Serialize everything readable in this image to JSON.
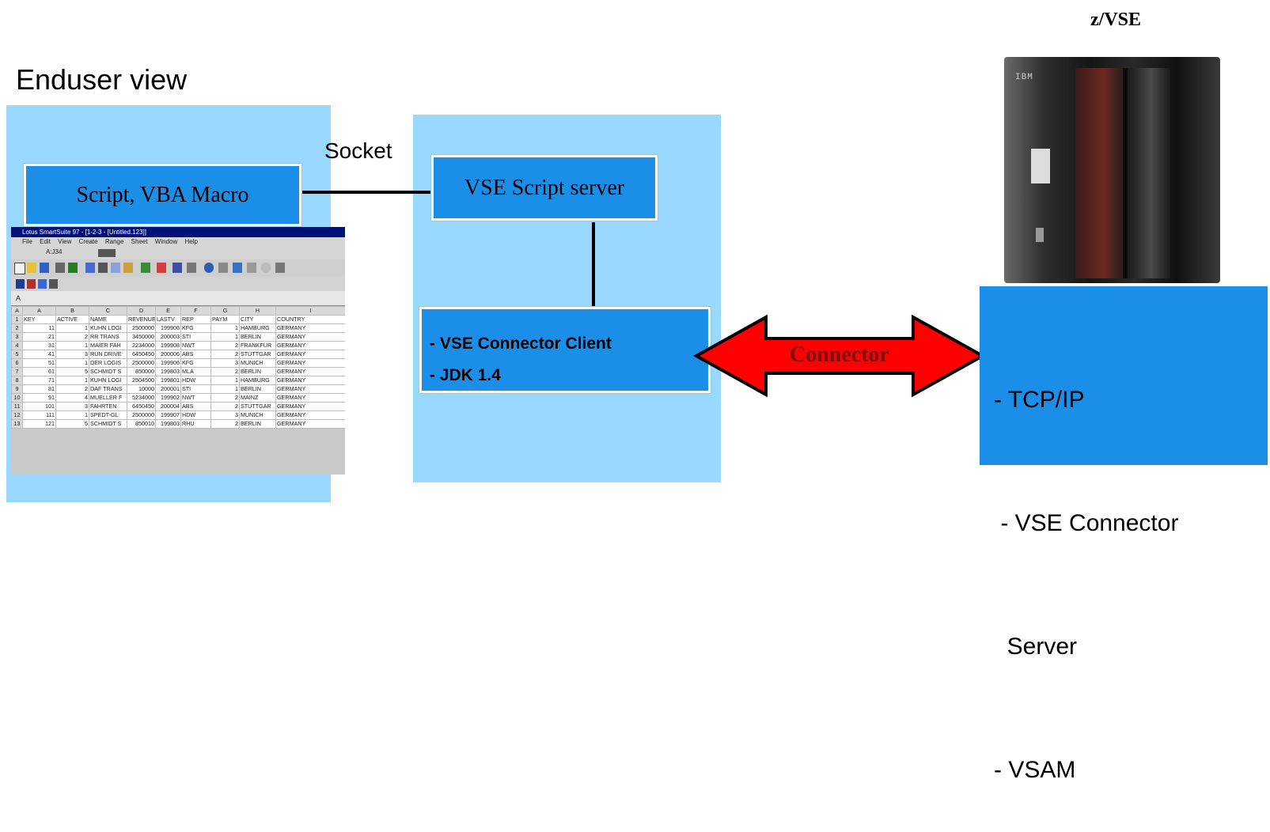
{
  "labels": {
    "zvse": "z/VSE",
    "enduser_view": "Enduser view",
    "socket": "Socket"
  },
  "boxes": {
    "script_macro": "Script, VBA Macro",
    "script_server": "VSE Script server",
    "connector_client": [
      "- VSE Connector Client",
      "- JDK 1.4"
    ],
    "vse_server": [
      "- TCP/IP",
      " - VSE Connector",
      "  Server",
      "- VSAM"
    ]
  },
  "arrow": {
    "label": "Connector",
    "fill": "#ff0000",
    "text_color": "#7a1010"
  },
  "colors": {
    "panel": "#99d9ff",
    "box": "#1b8fe8"
  },
  "server_image": {
    "brand": "IBM"
  },
  "spreadsheet": {
    "title": "Lotus SmartSuite 97 - [1-2-3 - [Untitled.123]]",
    "menu": [
      "File",
      "Edit",
      "View",
      "Create",
      "Range",
      "Sheet",
      "Window",
      "Help"
    ],
    "cell_ref": "A:J34",
    "sheet_tab": "A",
    "col_letters": [
      "A",
      "B",
      "C",
      "D",
      "E",
      "F",
      "G",
      "H",
      "I"
    ],
    "headers": [
      "KEY",
      "ACTIVE",
      "NAME",
      "REVENUE",
      "LASTV",
      "REP",
      "PAYM",
      "CITY",
      "COUNTRY"
    ],
    "rows": [
      [
        "11",
        "1",
        "KUHN LOGI",
        "2500000",
        "199906",
        "KFG",
        "1",
        "HAMBURG",
        "GERMANY"
      ],
      [
        "21",
        "2",
        "RR TRANS",
        "3450000",
        "200003",
        "STI",
        "1",
        "BERLIN",
        "GERMANY"
      ],
      [
        "31",
        "1",
        "MAIER FAH",
        "2234000",
        "199908",
        "NWT",
        "2",
        "FRANKFUR",
        "GERMANY"
      ],
      [
        "41",
        "3",
        "RUN DRIVE",
        "6450450",
        "200006",
        "ABS",
        "2",
        "STUTTGAR",
        "GERMANY"
      ],
      [
        "51",
        "1",
        "DER LOGIS",
        "2500000",
        "199906",
        "KFG",
        "3",
        "MUNICH",
        "GERMANY"
      ],
      [
        "61",
        "5",
        "SCHMIDT S",
        "850000",
        "199803",
        "MLA",
        "2",
        "BERLIN",
        "GERMANY"
      ],
      [
        "71",
        "1",
        "KUHN LOGI",
        "2504500",
        "199801",
        "HDW",
        "1",
        "HAMBURG",
        "GERMANY"
      ],
      [
        "81",
        "2",
        "DAF TRANS",
        "10000",
        "200001",
        "STI",
        "1",
        "BERLIN",
        "GERMANY"
      ],
      [
        "91",
        "4",
        "MUELLER F",
        "5234000",
        "199902",
        "NWT",
        "2",
        "MAINZ",
        "GERMANY"
      ],
      [
        "101",
        "3",
        "FAHRTEN",
        "6450450",
        "200004",
        "ABS",
        "2",
        "STUTTGAR",
        "GERMANY"
      ],
      [
        "111",
        "1",
        "SPEDT-GL",
        "2500000",
        "199907",
        "HDW",
        "3",
        "MUNICH",
        "GERMANY"
      ],
      [
        "121",
        "5",
        "SCHMIDT S",
        "850010",
        "199803",
        "RHU",
        "2",
        "BERLIN",
        "GERMANY"
      ]
    ]
  }
}
